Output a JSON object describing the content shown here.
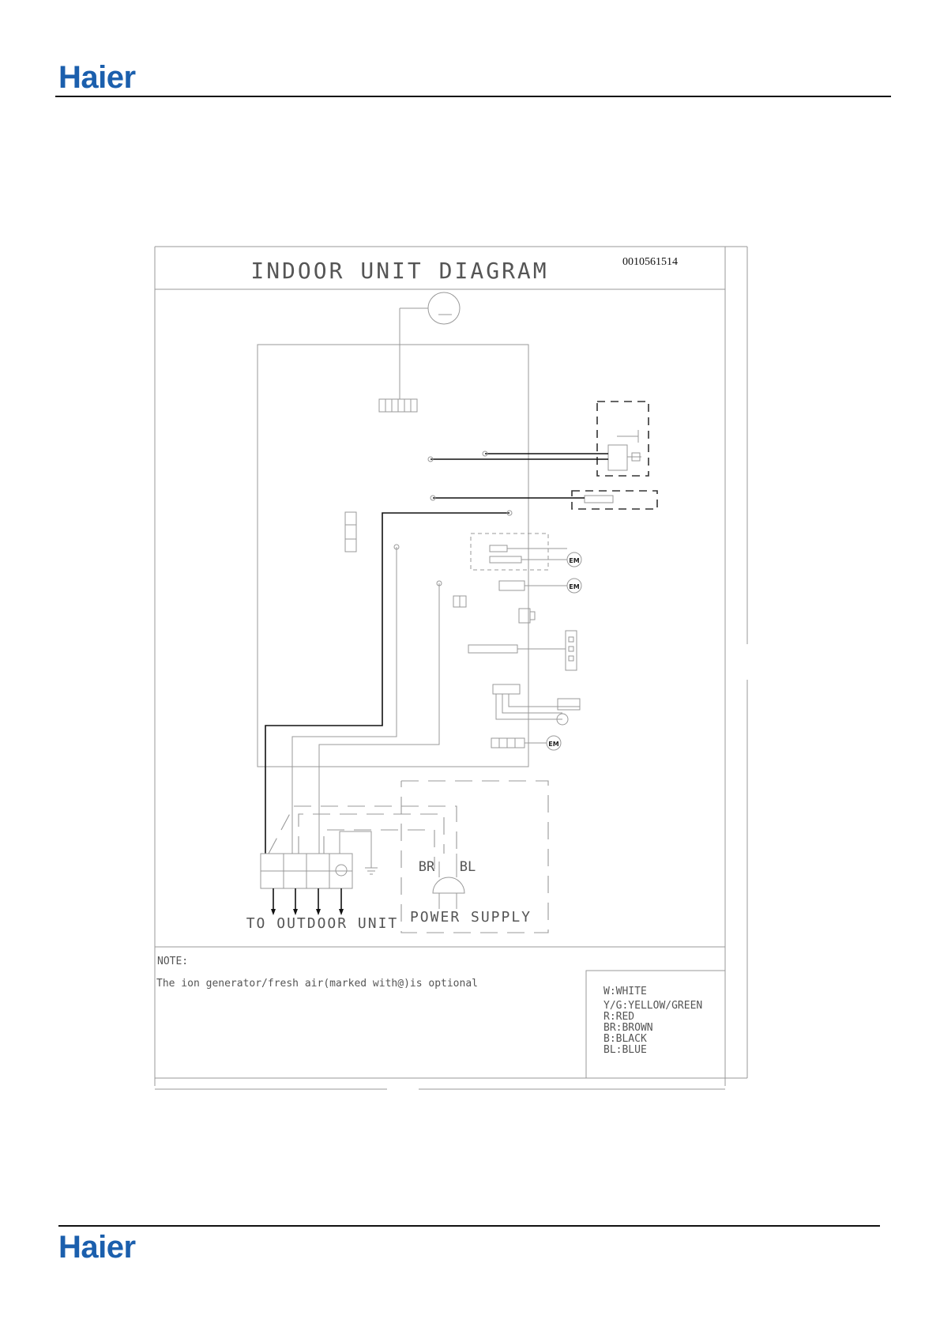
{
  "header": {
    "brand": "Haier"
  },
  "footer": {
    "brand": "Haier"
  },
  "diagram": {
    "title": "INDOOR UNIT DIAGRAM",
    "code": "0010561514",
    "to_outdoor": "TO OUTDOOR UNIT",
    "power_supply": "POWER SUPPLY",
    "br_label": "BR",
    "bl_label": "BL",
    "motor_label": "EM",
    "note_title": "NOTE:",
    "note_text": "The ion generator/fresh air(marked with@)is optional",
    "legend": [
      "W:WHITE",
      "Y/G:YELLOW/GREEN",
      "R:RED",
      "BR:BROWN",
      "B:BLACK",
      "BL:BLUE"
    ]
  }
}
